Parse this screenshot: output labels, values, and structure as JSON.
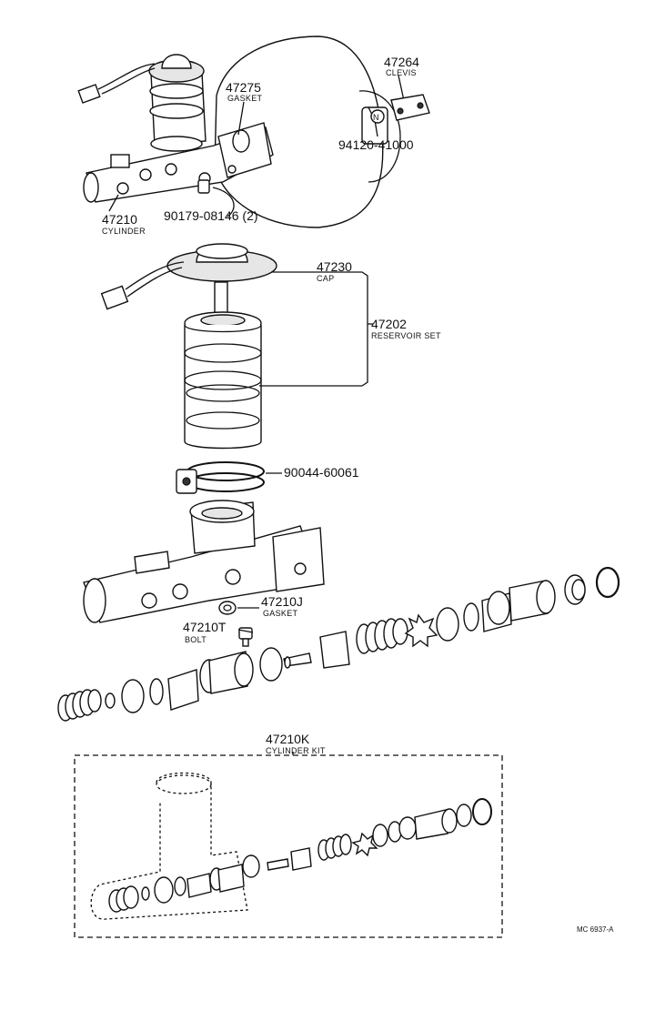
{
  "diagram_code": "MC 6937-A",
  "parts": {
    "p47264": {
      "number": "47264",
      "name": "CLEVIS"
    },
    "p47275": {
      "number": "47275",
      "name": "GASKET"
    },
    "p94120": {
      "number": "94120-41000"
    },
    "p47210": {
      "number": "47210",
      "name": "CYLINDER"
    },
    "p90179": {
      "number": "90179-08146 (2)"
    },
    "p47230": {
      "number": "47230",
      "name": "CAP"
    },
    "p47202": {
      "number": "47202",
      "name": "RESERVOIR SET"
    },
    "p90044": {
      "number": "90044-60061"
    },
    "p47210J": {
      "number": "47210J",
      "name": "GASKET"
    },
    "p47210T": {
      "number": "47210T",
      "name": "BOLT"
    },
    "p47210K": {
      "number": "47210K",
      "name": "CYLINDER KIT"
    }
  },
  "callout_symbol": "N"
}
